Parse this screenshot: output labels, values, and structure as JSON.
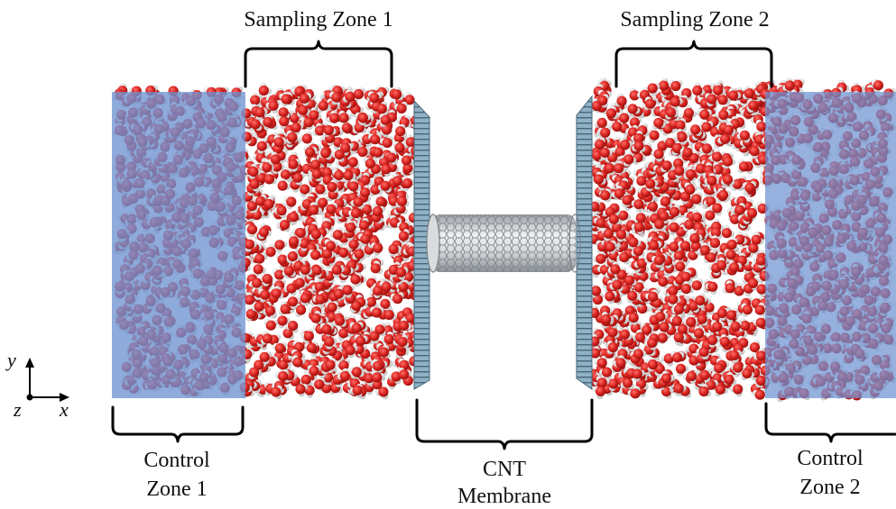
{
  "labels": {
    "sampling_zone_1": "Sampling Zone 1",
    "sampling_zone_2": "Sampling Zone 2",
    "control_zone_1_line1": "Control",
    "control_zone_1_line2": "Zone 1",
    "cnt_line1": "CNT",
    "cnt_line2": "Membrane",
    "control_zone_2_line1": "Control",
    "control_zone_2_line2": "Zone 2"
  },
  "axes": {
    "y": "y",
    "x": "x",
    "z": "z"
  },
  "colors": {
    "control_overlay": "#6f93d2",
    "oxygen": "#d8231f",
    "hydrogen": "#f2f2f2",
    "membrane": "#6f8fa3",
    "nanotube": "#c9cdd0",
    "bracket": "#000000"
  }
}
